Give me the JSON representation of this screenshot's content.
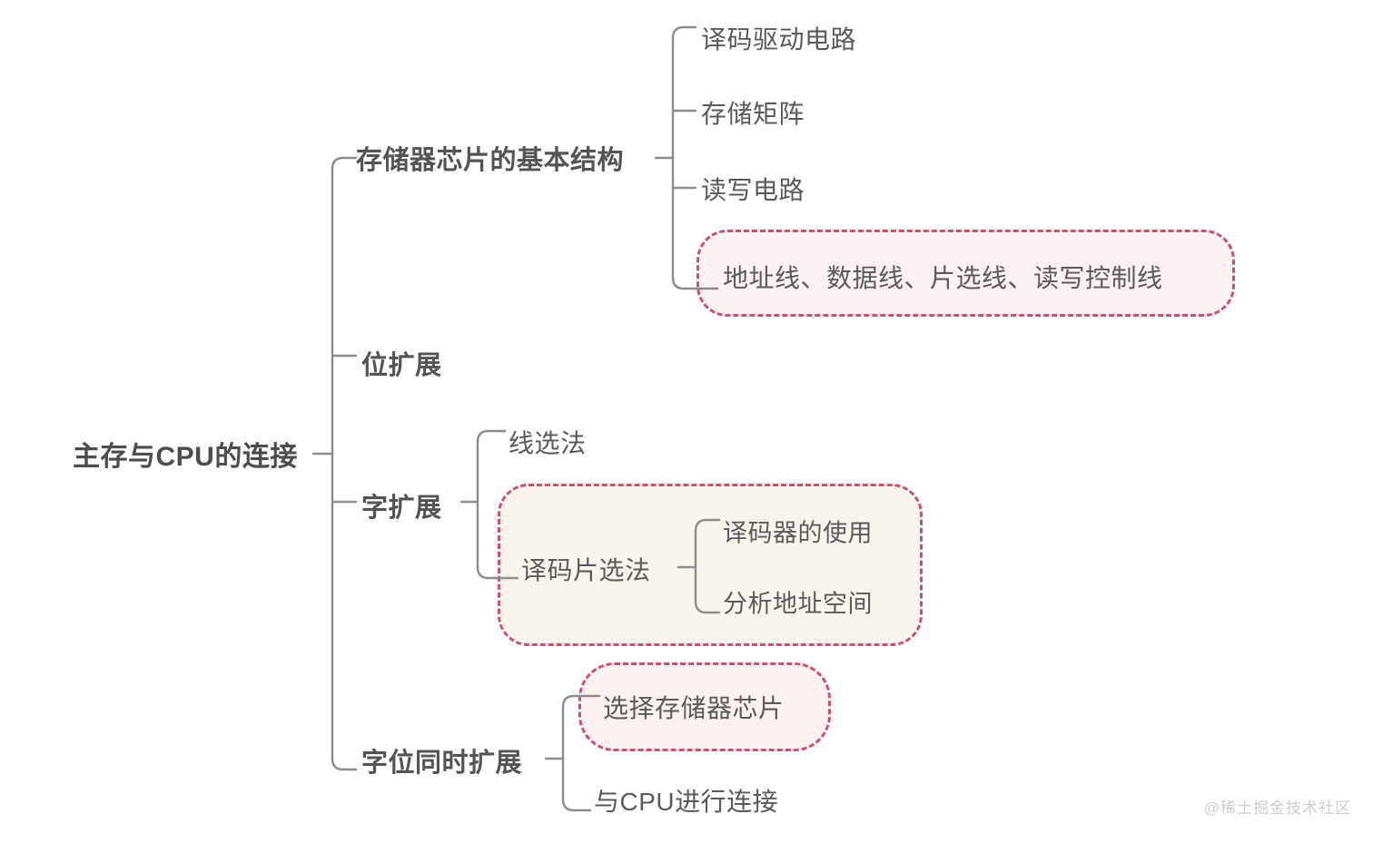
{
  "diagram": {
    "type": "mindmap",
    "watermark": "@稀土掘金技术社区",
    "colors": {
      "background": "#ffffff",
      "text": "#595959",
      "connector": "#8c8c8c",
      "highlight_border_pink": "#c45472",
      "highlight_fill_pink": "#fdf2f3",
      "highlight_fill_cream": "#faf5ec"
    },
    "root": {
      "label": "主存与CPU的连接"
    },
    "branches": [
      {
        "label": "存储器芯片的基本结构",
        "children": [
          {
            "label": "译码驱动电路",
            "highlight": "none"
          },
          {
            "label": "存储矩阵",
            "highlight": "none"
          },
          {
            "label": "读写电路",
            "highlight": "none"
          },
          {
            "label": "地址线、数据线、片选线、读写控制线",
            "highlight": "pink"
          }
        ]
      },
      {
        "label": "位扩展",
        "children": []
      },
      {
        "label": "字扩展",
        "children": [
          {
            "label": "线选法",
            "highlight": "none"
          },
          {
            "label": "译码片选法",
            "highlight": "cream",
            "children": [
              {
                "label": "译码器的使用"
              },
              {
                "label": "分析地址空间"
              }
            ]
          }
        ]
      },
      {
        "label": "字位同时扩展",
        "children": [
          {
            "label": "选择存储器芯片",
            "highlight": "pink"
          },
          {
            "label": "与CPU进行连接",
            "highlight": "none"
          }
        ]
      }
    ]
  }
}
